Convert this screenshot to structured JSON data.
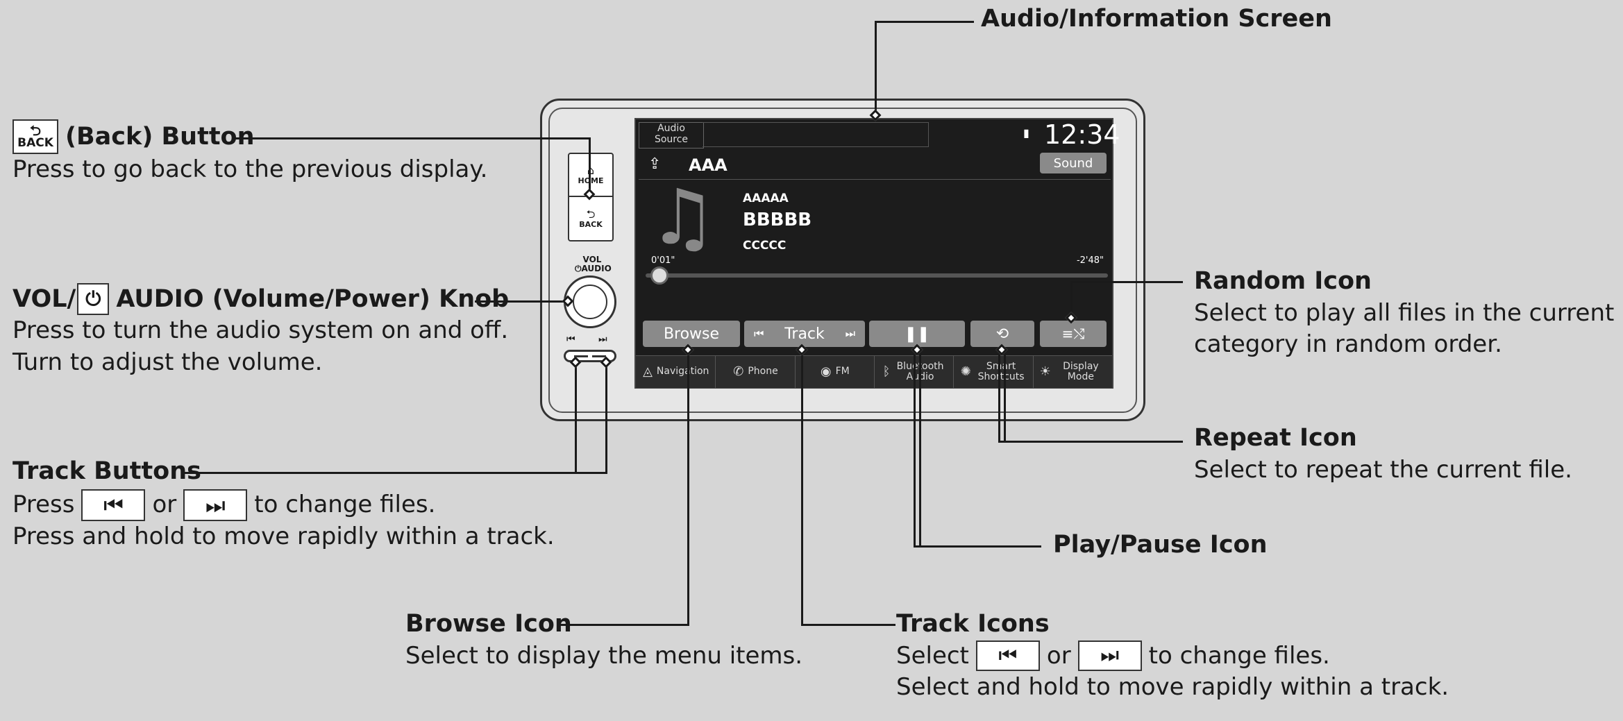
{
  "callouts": {
    "screen": {
      "title": "Audio/Information Screen"
    },
    "back": {
      "key_label": "BACK",
      "title": "(Back) Button",
      "desc": "Press to go back to the previous display."
    },
    "vol": {
      "title_prefix": "VOL/",
      "title_suffix": "AUDIO (Volume/Power) Knob",
      "desc1": "Press to turn the audio system on and off.",
      "desc2": "Turn to adjust the volume."
    },
    "track_buttons": {
      "title": "Track Buttons",
      "press": "Press",
      "or": "or",
      "to_change": "to change files.",
      "desc2": "Press and hold to move rapidly within a track."
    },
    "browse": {
      "title": "Browse Icon",
      "desc": "Select to display the menu items."
    },
    "track_icons": {
      "title": "Track Icons",
      "select": "Select",
      "or": "or",
      "to_change": "to change files.",
      "desc2": "Select and hold to move rapidly within a track."
    },
    "play_pause": {
      "title": "Play/Pause Icon"
    },
    "repeat": {
      "title": "Repeat Icon",
      "desc": "Select to repeat the current file."
    },
    "random": {
      "title": "Random Icon",
      "desc1": "Select to play all files in the current",
      "desc2": "category in random order."
    }
  },
  "device": {
    "home_label": "HOME",
    "back_label": "BACK",
    "vol_label": "VOL",
    "audio_label": "AUDIO"
  },
  "screen": {
    "source_line1": "Audio",
    "source_line2": "Source",
    "clock": "12:34",
    "usb_title": "AAA",
    "sound_button": "Sound",
    "track_line1": "AAAAA",
    "track_line2": "BBBBB",
    "track_line3": "CCCCC",
    "elapsed": "0'01\"",
    "remaining": "-2'48\"",
    "progress": 0.02,
    "browse_label": "Browse",
    "track_label": "Track",
    "footer": [
      {
        "label": "Navigation",
        "icon": "navigation-icon"
      },
      {
        "label": "Phone",
        "icon": "phone-icon"
      },
      {
        "label": "FM",
        "icon": "fm-icon"
      },
      {
        "label": "Bluetooth Audio",
        "icon": "bluetooth-icon"
      },
      {
        "label": "Smart Shortcuts",
        "icon": "smart-shortcuts-icon"
      },
      {
        "label": "Display Mode",
        "icon": "display-mode-icon"
      }
    ]
  }
}
